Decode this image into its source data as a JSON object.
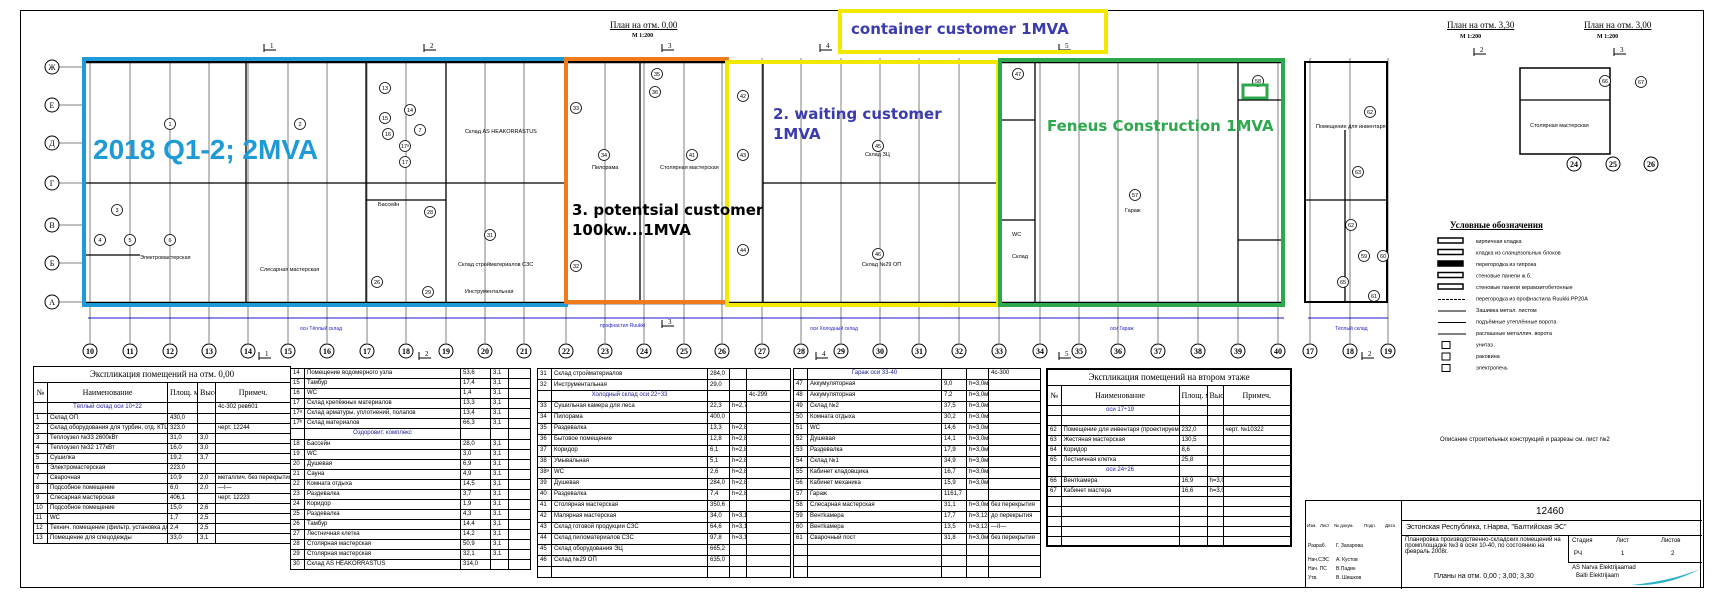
{
  "annotations": {
    "blue": "2018  Q1-2; 2MVA",
    "orange_line1": "3. potentsial customer",
    "orange_line2": "100kw...1MVA",
    "yellow_line1": "2. waiting customer",
    "yellow_line2": "1MVA",
    "green": "Feneus Construction 1MVA",
    "container": "container customer 1MVA"
  },
  "colors": {
    "blue": "#1e9bd7",
    "orange": "#f07a1e",
    "yellow": "#f4e800",
    "green": "#2ea84c",
    "annotation_text_blue": "#3b3bb0",
    "dim_line": "#1a1ad0"
  },
  "plan_titles": {
    "main": "План на отм. 0,00",
    "main_scale": "М 1:200",
    "p330": "План на отм. 3,30",
    "p330_scale": "М 1:200",
    "p300": "План на отм. 3,00",
    "p300_scale": "М 1:200"
  },
  "axis_columns": [
    "10",
    "11",
    "12",
    "13",
    "14",
    "15",
    "16",
    "17",
    "18",
    "19",
    "20",
    "21",
    "22",
    "23",
    "24",
    "25",
    "26",
    "27",
    "28",
    "29",
    "30",
    "31",
    "32",
    "33",
    "34",
    "35",
    "36",
    "37",
    "38",
    "39",
    "40"
  ],
  "axis_columns_right": [
    "17",
    "18",
    "19"
  ],
  "axis_rows": [
    "Ж",
    "Е",
    "Д",
    "Г",
    "В",
    "Б",
    "А"
  ],
  "axis_small": [
    "24",
    "25",
    "26"
  ],
  "section_marks": [
    "1",
    "2",
    "3",
    "4",
    "5",
    "1",
    "2",
    "3",
    "4",
    "5",
    "2",
    "3",
    "2"
  ],
  "dim_labels": [
    "осн Тёплый склад",
    "оси Холодный склад",
    "оси Гараж",
    "Тёплый склад",
    "профнастил Ruukki"
  ],
  "room_names": [
    "Электромастерская",
    "Слесарная мастерская",
    "Склад AS HEAKORRASTUS",
    "Склад стройматериалов СЗС",
    "Пилорама",
    "Столярная мастерская",
    "Склад ЗЦ",
    "Склад №29 ОП",
    "Гараж",
    "Инструментальная",
    "Бассейн",
    "Помещение для инвентаря",
    "Столярная мастерская",
    "WC",
    "Склад"
  ],
  "room_numbers": [
    "1",
    "2",
    "3",
    "4",
    "5",
    "6",
    "7",
    "13",
    "14",
    "15",
    "16",
    "17",
    "17ᵃ",
    "31",
    "33",
    "34",
    "35",
    "36",
    "41",
    "42",
    "43",
    "44",
    "45",
    "46",
    "47",
    "57",
    "58",
    "59",
    "60",
    "61",
    "62",
    "63",
    "62",
    "65",
    "66",
    "67",
    "28",
    "26",
    "29",
    "32"
  ],
  "legend": {
    "title": "Условные обозначения",
    "items": [
      "кирпичная кладка",
      "кладка из сланцезольных блоков",
      "перегородка из гипрока",
      "стеновые панели ж.б.",
      "стеновые панели керамзитобетонные",
      "перегородка из профнастила Ruukki PP20A",
      "Зашивка метал. листом",
      "подъёмные утеплённые ворота",
      "распашные металлич. ворота",
      "унитаз",
      "раковина",
      "электропечь"
    ]
  },
  "note": "Описание строительных конструкций и разрезы см. лист №2",
  "tables": [
    {
      "title": "Экспликация помещений  на отм. 0,00",
      "columns": [
        "№",
        "Наименование",
        "Площ. м²",
        "Высота м",
        "Примеч."
      ],
      "rows": [
        {
          "section": "Тёплый склад   оси 10÷22",
          "note": "4с-302 рев601"
        },
        [
          "1",
          "Склад  ОП",
          "430,0",
          "",
          ""
        ],
        [
          "2",
          "Склад  оборудования  для турбин, отд. КТЦ №18",
          "323,0",
          "",
          "черт. 12244"
        ],
        [
          "3",
          "Теплоузел №33  2600кВт",
          "31,0",
          "3,0",
          ""
        ],
        [
          "4",
          "Теплоузел №32  177кВт",
          "16,0",
          "3,0",
          ""
        ],
        [
          "5",
          "Сушилка",
          "19,2",
          "3,7",
          ""
        ],
        [
          "6",
          "Электромастерская",
          "223,0",
          "",
          ""
        ],
        [
          "7",
          "Сварочная",
          "10,9",
          "2,0",
          "металлич. без перекрытия"
        ],
        [
          "8",
          "Подсобное помещение",
          "6,0",
          "2,0",
          "—I—"
        ],
        [
          "9",
          "Слесарная мастерская",
          "406,1",
          "",
          "черт. 12223"
        ],
        [
          "10",
          "Подсобное помещение",
          "15,0",
          "2,6",
          ""
        ],
        [
          "11",
          "WC",
          "1,7",
          "2,5",
          ""
        ],
        [
          "12",
          "Технич. помещение (фильтр, установка для бассейна)",
          "2,4",
          "2,5",
          ""
        ],
        [
          "13",
          "Помещение для спецодежды",
          "33,0",
          "3,1",
          ""
        ]
      ]
    },
    {
      "rows": [
        [
          "14",
          "Помещение водомерного узла",
          "53,6",
          "3,1",
          ""
        ],
        [
          "15",
          "Тамбур",
          "17,4",
          "3,1",
          ""
        ],
        [
          "16",
          "WC",
          "1,4",
          "3,1",
          ""
        ],
        [
          "17",
          "Склад  крепёжных материалов",
          "13,3",
          "3,1",
          ""
        ],
        [
          "17ᵃ",
          "Склад арматуры, уплотнений, полапов",
          "13,4",
          "3,1",
          ""
        ],
        [
          "17ᵇ",
          "Склад  материалов",
          "66,3",
          "3,1",
          ""
        ],
        {
          "section": "Оздоровит. комплекс",
          "note": ""
        },
        [
          "18",
          "Бассейн",
          "28,0",
          "3,1",
          ""
        ],
        [
          "19",
          "WC",
          "3,0",
          "3,1",
          ""
        ],
        [
          "20",
          "Душевая",
          "6,9",
          "3,1",
          ""
        ],
        [
          "21",
          "Сауна",
          "4,9",
          "3,1",
          ""
        ],
        [
          "22",
          "Комната отдыха",
          "14,5",
          "3,1",
          ""
        ],
        [
          "23",
          "Раздевалка",
          "3,7",
          "3,1",
          ""
        ],
        [
          "24",
          "Коридор",
          "1,9",
          "3,1",
          ""
        ],
        [
          "25",
          "Раздевалка",
          "4,3",
          "3,1",
          ""
        ],
        [
          "26",
          "Тамбур",
          "14,4",
          "3,1",
          ""
        ],
        [
          "27",
          "Лестничная клетка",
          "14,2",
          "3,1",
          ""
        ],
        [
          "28",
          "Столярная мастерская",
          "50,9",
          "3,1",
          ""
        ],
        [
          "29",
          "Столярная мастерская",
          "32,1",
          "3,1",
          ""
        ],
        [
          "30",
          "Склад  AS HEAKORRASTUS",
          "314,0",
          "",
          ""
        ]
      ]
    },
    {
      "rows": [
        [
          "31",
          "Склад  стройматериалов",
          "284,0",
          "",
          ""
        ],
        [
          "32",
          "Инструментальная",
          "29,0",
          "",
          ""
        ],
        {
          "section": "Холодный склад  оси 22÷33",
          "note": "4с-299"
        },
        [
          "33",
          "Сушильная камера  для леса",
          "22,3",
          "h=2,7м",
          ""
        ],
        [
          "34",
          "Пилорама",
          "400,0",
          "",
          ""
        ],
        [
          "35",
          "Раздевалка",
          "13,3",
          "h=2,8м",
          ""
        ],
        [
          "36",
          "Бытовое помещение",
          "12,8",
          "h=2,8м",
          ""
        ],
        [
          "37",
          "Коридор",
          "6,1",
          "h=2,8м",
          ""
        ],
        [
          "38",
          "Умывальная",
          "5,1",
          "h=2,8м",
          ""
        ],
        [
          "38ᵃ",
          "WC",
          "2,6",
          "h=2,8м",
          ""
        ],
        [
          "39",
          "Душевая",
          "284,0",
          "h=2,8м",
          ""
        ],
        [
          "40",
          "Раздевалка",
          "7,4",
          "h=2,8м",
          ""
        ],
        [
          "41",
          "Столярная мастерская",
          "350,6",
          "",
          ""
        ],
        [
          "42",
          "Малярная мастерская",
          "34,0",
          "h=3,15м",
          ""
        ],
        [
          "43",
          "Склад готовой продукции СЗС",
          "64,6",
          "h=3,15м",
          ""
        ],
        [
          "44",
          "Склад пиломатериалов СЗС",
          "97,8",
          "h=3,15м",
          ""
        ],
        [
          "45",
          "Склад  оборудования  ЭЦ",
          "665,2",
          "",
          ""
        ],
        [
          "46",
          "Склад  №29 ОП",
          "635,0",
          "",
          ""
        ],
        [
          "",
          "",
          "",
          "",
          ""
        ]
      ]
    },
    {
      "rows": [
        {
          "section": "Гараж  оси 33-40",
          "note": "4с-300"
        },
        [
          "47",
          "Аккумуляторная",
          "9,0",
          "h=3,0м",
          ""
        ],
        [
          "48",
          "Аккумуляторная",
          "7,2",
          "h=3,0м",
          ""
        ],
        [
          "49",
          "Склад №2",
          "37,5",
          "h=3,0м",
          ""
        ],
        [
          "50",
          "Комната отдыха",
          "30,2",
          "h=3,0м",
          ""
        ],
        [
          "51",
          "WC",
          "14,6",
          "h=3,0м",
          ""
        ],
        [
          "52",
          "Душевая",
          "14,1",
          "h=3,0м",
          ""
        ],
        [
          "53",
          "Раздевалка",
          "17,9",
          "h=3,0м",
          ""
        ],
        [
          "54",
          "Склад №1",
          "34,9",
          "h=3,0м",
          ""
        ],
        [
          "55",
          "Кабинет кладовщика",
          "16,7",
          "h=3,0м",
          ""
        ],
        [
          "56",
          "Кабинет механика",
          "15,9",
          "h=3,0м",
          ""
        ],
        [
          "57",
          "Гараж",
          "1161,7",
          "",
          ""
        ],
        [
          "58",
          "Слесарная мастерская",
          "31,1",
          "h=3,0м",
          "без перекрытия"
        ],
        [
          "59",
          "Вентkамера",
          "17,7",
          "h=3,12м",
          "до перекрытия"
        ],
        [
          "60",
          "Вентkамера",
          "13,5",
          "h=3,12м",
          "—II—"
        ],
        [
          "61",
          "Сварочный пост",
          "31,8",
          "h=3,0м",
          "без перекрытия"
        ],
        [
          "",
          "",
          "",
          "",
          ""
        ],
        [
          "",
          "",
          "",
          "",
          ""
        ],
        [
          "",
          "",
          "",
          "",
          ""
        ]
      ]
    },
    {
      "title": "Экспликация помещений  на втором этаже",
      "columns": [
        "№",
        "Наименование",
        "Площ. м²",
        "Высота м",
        "Примеч."
      ],
      "rows": [
        {
          "section": "оси 17÷19",
          "note": ""
        },
        [
          "",
          "",
          "",
          "",
          ""
        ],
        [
          "62",
          "Помещение для инвентаря (проектируемое)",
          "232,0",
          "",
          "черт. №10322"
        ],
        [
          "63",
          "Жестяная мастерская",
          "130,5",
          "",
          ""
        ],
        [
          "64",
          "Коридор",
          "8,6",
          "",
          ""
        ],
        [
          "65",
          "Лестничная клетка",
          "25,8",
          "",
          ""
        ],
        {
          "section": "оси 24÷26",
          "note": ""
        },
        [
          "66",
          "Вентkамера",
          "16,9",
          "h=3,0м",
          ""
        ],
        [
          "67",
          "Кабинет мастера",
          "16,6",
          "h=3,0м",
          ""
        ],
        [
          "",
          "",
          "",
          "",
          ""
        ],
        [
          "",
          "",
          "",
          "",
          ""
        ],
        [
          "",
          "",
          "",
          "",
          ""
        ],
        [
          "",
          "",
          "",
          "",
          ""
        ],
        [
          "",
          "",
          "",
          "",
          ""
        ]
      ]
    }
  ],
  "title_block": {
    "number": "12460",
    "org": "Эстонская Республика,  г.Нарва,  \"Балтийская ЭС\"",
    "description": "Планировка производственно-складских помещений на промплощадке №3 в осях 10-40, по состоянию на февраль 2008г.",
    "sheet_title": "Планы  на отм. 0,00 ; 3,00;  3,30",
    "company": "AS Narva Elektrijaamad",
    "company_sub": "Balti Elektrijaam",
    "col_heads": [
      "Изм.",
      "Лист",
      "№ докум.",
      "Подп.",
      "Дата"
    ],
    "stage_heads": [
      "Стадия",
      "Лист",
      "Листов"
    ],
    "stage_vals": [
      "РЧ",
      "1",
      "2"
    ],
    "signatures": [
      [
        "Разраб.",
        "Г. Захарова"
      ],
      [
        "Нач.СЭС",
        "А. Кустов"
      ],
      [
        "Нач. ПС",
        "В.Падин"
      ],
      [
        "Утв.",
        "В. Шишков"
      ]
    ]
  }
}
